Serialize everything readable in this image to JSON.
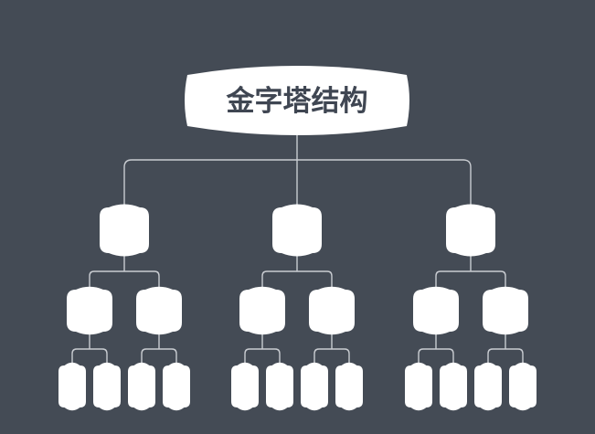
{
  "root": {
    "title": "金字塔结构"
  },
  "colors": {
    "background": "#444b55",
    "node_fill": "#ffffff",
    "connector": "#c9ccd1",
    "title_text": "#3f4652"
  },
  "structure": {
    "level2_count": 3,
    "level3_per_parent": 2,
    "level4_per_parent": 2
  }
}
